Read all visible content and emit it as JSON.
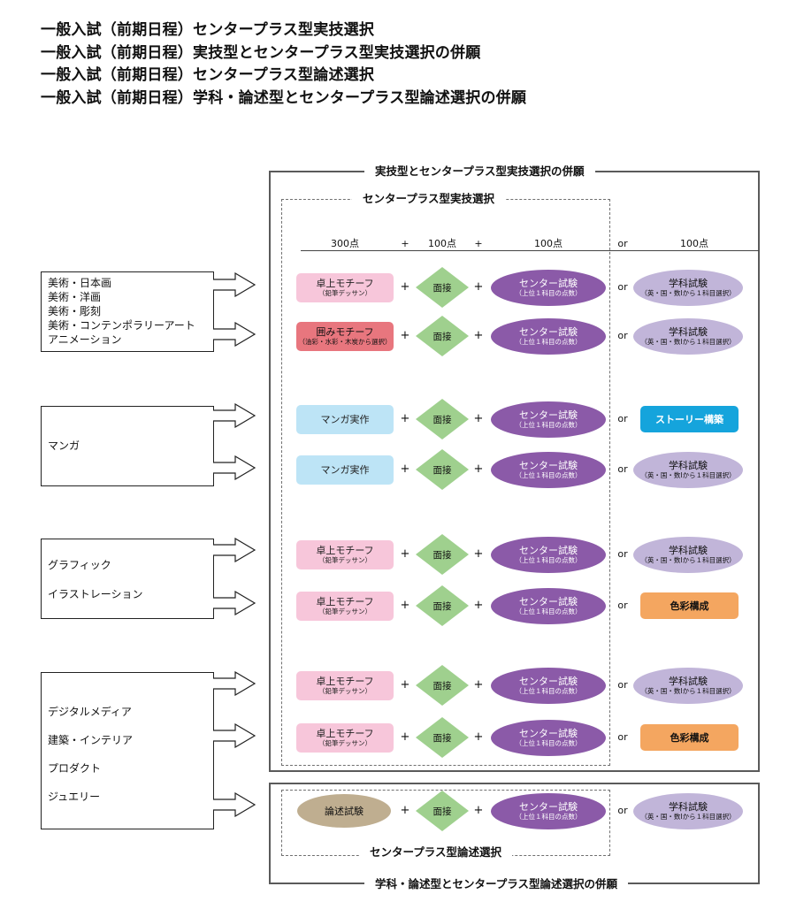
{
  "headings": [
    "一般入試（前期日程）センタープラス型実技選択",
    "一般入試（前期日程）実技型とセンタープラス型実技選択の併願",
    "一般入試（前期日程）センタープラス型論述選択",
    "一般入試（前期日程）学科・論述型とセンタープラス型論述選択の併願"
  ],
  "frames": {
    "outer_top_title": "実技型とセンタープラス型実技選択の併願",
    "dashed_top_title": "センタープラス型実技選択",
    "dashed_bottom_title": "センタープラス型論述選択",
    "outer_bottom_title": "学科・論述型とセンタープラス型論述選択の併願"
  },
  "column_headers": {
    "c1": "300点",
    "plus1": "+",
    "c2": "100点",
    "plus2": "+",
    "c3": "100点",
    "or": "or",
    "c4": "100点"
  },
  "left_groups": [
    {
      "labels": [
        "美術・日本画",
        "美術・洋画",
        "美術・彫刻",
        "美術・コンテンポラリーアート",
        "アニメーション"
      ]
    },
    {
      "labels": [
        "マンガ"
      ]
    },
    {
      "labels": [
        "グラフィック",
        "イラストレーション"
      ]
    },
    {
      "labels": [
        "デジタルメディア",
        "建築・インテリア",
        "プロダクト",
        "ジュエリー"
      ]
    }
  ],
  "symbols": {
    "plus": "+",
    "or": "or"
  },
  "rows": [
    {
      "a": {
        "main": "卓上モチーフ",
        "sub": "（鉛筆デッサン）",
        "style": "pink"
      },
      "b": "面接",
      "c": {
        "main": "センター試験",
        "sub": "（上位１科目の点数）"
      },
      "d": {
        "main": "学科試験",
        "sub": "（英・国・数Ⅰから１科目選択）",
        "style": "lavender"
      }
    },
    {
      "a": {
        "main": "囲みモチーフ",
        "sub": "（油彩・水彩・木炭から選択）",
        "style": "red"
      },
      "b": "面接",
      "c": {
        "main": "センター試験",
        "sub": "（上位１科目の点数）"
      },
      "d": {
        "main": "学科試験",
        "sub": "（英・国・数Ⅰから１科目選択）",
        "style": "lavender"
      }
    },
    {
      "a": {
        "main": "マンガ実作",
        "sub": "",
        "style": "blue"
      },
      "b": "面接",
      "c": {
        "main": "センター試験",
        "sub": "（上位１科目の点数）"
      },
      "d": {
        "main": "ストーリー構築",
        "sub": "",
        "style": "cyan"
      }
    },
    {
      "a": {
        "main": "マンガ実作",
        "sub": "",
        "style": "blue"
      },
      "b": "面接",
      "c": {
        "main": "センター試験",
        "sub": "（上位１科目の点数）"
      },
      "d": {
        "main": "学科試験",
        "sub": "（英・国・数Ⅰから１科目選択）",
        "style": "lavender"
      }
    },
    {
      "a": {
        "main": "卓上モチーフ",
        "sub": "（鉛筆デッサン）",
        "style": "pink"
      },
      "b": "面接",
      "c": {
        "main": "センター試験",
        "sub": "（上位１科目の点数）"
      },
      "d": {
        "main": "学科試験",
        "sub": "（英・国・数Ⅰから１科目選択）",
        "style": "lavender"
      }
    },
    {
      "a": {
        "main": "卓上モチーフ",
        "sub": "（鉛筆デッサン）",
        "style": "pink"
      },
      "b": "面接",
      "c": {
        "main": "センター試験",
        "sub": "（上位１科目の点数）"
      },
      "d": {
        "main": "色彩構成",
        "sub": "",
        "style": "orange"
      }
    },
    {
      "a": {
        "main": "卓上モチーフ",
        "sub": "（鉛筆デッサン）",
        "style": "pink"
      },
      "b": "面接",
      "c": {
        "main": "センター試験",
        "sub": "（上位１科目の点数）"
      },
      "d": {
        "main": "学科試験",
        "sub": "（英・国・数Ⅰから１科目選択）",
        "style": "lavender"
      }
    },
    {
      "a": {
        "main": "卓上モチーフ",
        "sub": "（鉛筆デッサン）",
        "style": "pink"
      },
      "b": "面接",
      "c": {
        "main": "センター試験",
        "sub": "（上位１科目の点数）"
      },
      "d": {
        "main": "色彩構成",
        "sub": "",
        "style": "orange"
      }
    },
    {
      "a": {
        "main": "論述試験",
        "sub": "",
        "style": "olive"
      },
      "b": "面接",
      "c": {
        "main": "センター試験",
        "sub": "（上位１科目の点数）"
      },
      "d": {
        "main": "学科試験",
        "sub": "（英・国・数Ⅰから１科目選択）",
        "style": "lavender"
      }
    }
  ],
  "colors": {
    "pink": "#f7c6da",
    "red": "#e8767e",
    "blue": "#bde4f6",
    "cyan": "#15a4dc",
    "orange": "#f4a660",
    "olive": "#bfae90",
    "purple": "#8b5aa8",
    "lavender": "#c1b5d9",
    "green": "#9fd08e"
  },
  "icons": {
    "arrow": "outline-right-arrow-icon",
    "interview": "green-diamond-shape"
  }
}
